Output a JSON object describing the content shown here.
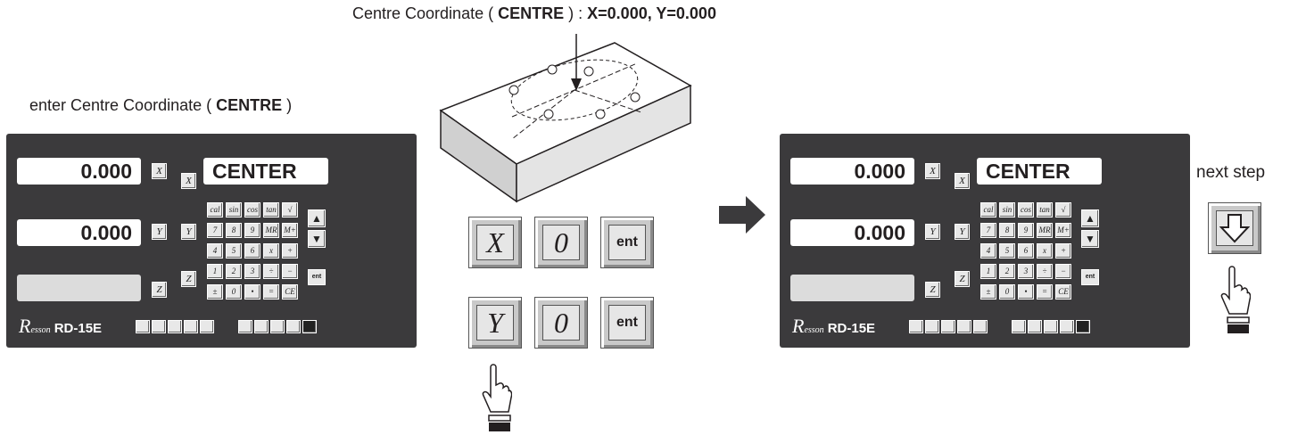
{
  "captions": {
    "top_prefix": "Centre Coordinate (",
    "top_bold1": "CENTRE",
    "top_middle": ") :",
    "top_bold2": "X=0.000, Y=0.000",
    "left_prefix": "enter Centre Coordinate (",
    "left_bold": "CENTRE",
    "left_suffix": ")",
    "next_step": "next  step"
  },
  "panel_left": {
    "x_value": "0.000",
    "y_value": "0.000",
    "mode_text": "CENTER",
    "x_axis_key": "X",
    "y_axis_key": "Y",
    "z_axis_key": "Z",
    "x_zero_key": "X",
    "y_zero_key": "Y",
    "z_zero_key": "Z",
    "brand_logo": "R",
    "brand_logo_rest": "esson",
    "model": "RD-15E"
  },
  "panel_right": {
    "x_value": "0.000",
    "y_value": "0.000",
    "mode_text": "CENTER",
    "x_axis_key": "X",
    "y_axis_key": "Y",
    "z_axis_key": "Z",
    "x_zero_key": "X",
    "y_zero_key": "Y",
    "z_zero_key": "Z",
    "brand_logo": "R",
    "brand_logo_rest": "esson",
    "model": "RD-15E"
  },
  "keypad": {
    "row1": [
      "cal",
      "sin",
      "cos",
      "tan",
      "√"
    ],
    "row2": [
      "7",
      "8",
      "9",
      "MR",
      "M+"
    ],
    "row3": [
      "4",
      "5",
      "6",
      "x",
      "+"
    ],
    "row4": [
      "1",
      "2",
      "3",
      "÷",
      "−"
    ],
    "row5": [
      "±",
      "0",
      "•",
      "=",
      "CE"
    ],
    "ent": "ent"
  },
  "key_sequence": {
    "row1": [
      "X",
      "0",
      "ent"
    ],
    "row2": [
      "Y",
      "0",
      "ent"
    ]
  }
}
